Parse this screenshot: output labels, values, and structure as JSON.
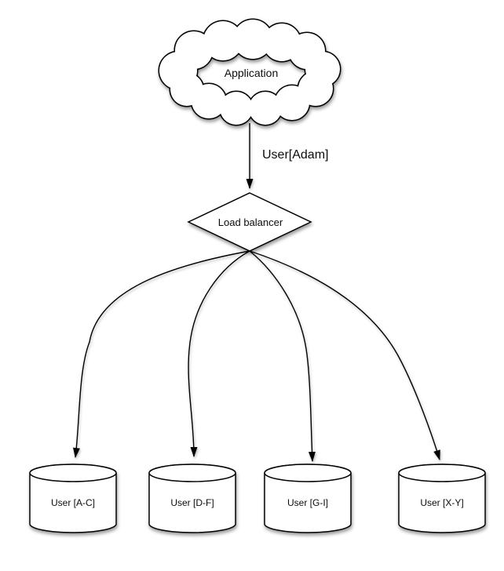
{
  "diagram": {
    "type": "flow-diagram",
    "background_color": "#ffffff",
    "shape_fill": "#ffffff",
    "line_color": "#000000",
    "nodes": {
      "application": {
        "label": "Application",
        "shape": "cloud"
      },
      "load_balancer": {
        "label": "Load balancer",
        "shape": "diamond"
      },
      "shards": [
        {
          "label": "User [A-C]",
          "shape": "cylinder"
        },
        {
          "label": "User [D-F]",
          "shape": "cylinder"
        },
        {
          "label": "User [G-I]",
          "shape": "cylinder"
        },
        {
          "label": "User [X-Y]",
          "shape": "cylinder"
        }
      ]
    },
    "edges": {
      "app_to_lb": {
        "from": "Application",
        "to": "Load balancer",
        "label": "User[Adam]"
      },
      "lb_to_shards": [
        {
          "from": "Load balancer",
          "to": "User [A-C]"
        },
        {
          "from": "Load balancer",
          "to": "User [D-F]"
        },
        {
          "from": "Load balancer",
          "to": "User [G-I]"
        },
        {
          "from": "Load balancer",
          "to": "User [X-Y]"
        }
      ]
    }
  }
}
